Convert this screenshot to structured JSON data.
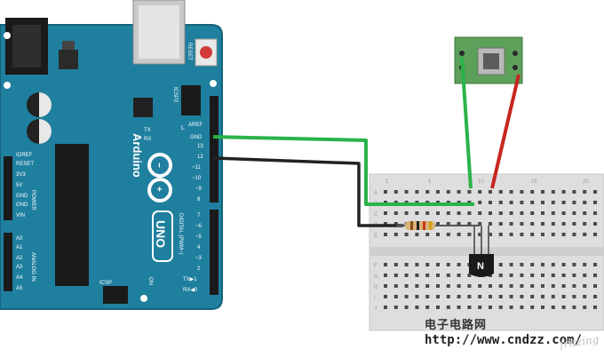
{
  "board": {
    "reset": "RESET",
    "icsp2": "ICSP2",
    "l": "L",
    "tx": "TX",
    "rx": "RX",
    "aref": "AREF",
    "gnd": "GND",
    "pin13": "13",
    "pin12": "12",
    "pin11": "~11",
    "pin10": "~10",
    "pin9": "~9",
    "pin8": "8",
    "pin7": "7",
    "pin6": "~6",
    "pin5": "~5",
    "pin4": "4",
    "pin3": "~3",
    "pin2": "2",
    "txpin": "TX▶1",
    "rxpin": "RX◀0",
    "on": "ON",
    "icsp": "ICSP",
    "arduino": "Arduino",
    "uno": "UNO",
    "digital": "DIGITAL (PWM~)",
    "power": "POWER",
    "analog": "ANALOG IN",
    "ioref": "IOREF",
    "resetpin": "RESET",
    "v33": "3V3",
    "v5": "5V",
    "gnd1": "GND",
    "gnd2": "GND",
    "vin": "VIN",
    "a0": "A0",
    "a1": "A1",
    "a2": "A2",
    "a3": "A3",
    "a4": "A4",
    "a5": "A5"
  },
  "breadboard": {
    "cols": [
      "1",
      "5",
      "10",
      "15",
      "20"
    ],
    "rows": [
      "A",
      "B",
      "C",
      "D",
      "E",
      "F",
      "G",
      "H",
      "I",
      "J"
    ]
  },
  "transistor": {
    "label": "N"
  },
  "watermark": {
    "line1": "电子电路网",
    "line2": "http://www.cndzz.com/",
    "line3": "fritzing"
  },
  "colors": {
    "board": "#1f7f9f",
    "green_wire": "#2ab34a",
    "black_wire": "#222222",
    "red_wire": "#c8251f",
    "breadboard": "#dedede"
  }
}
